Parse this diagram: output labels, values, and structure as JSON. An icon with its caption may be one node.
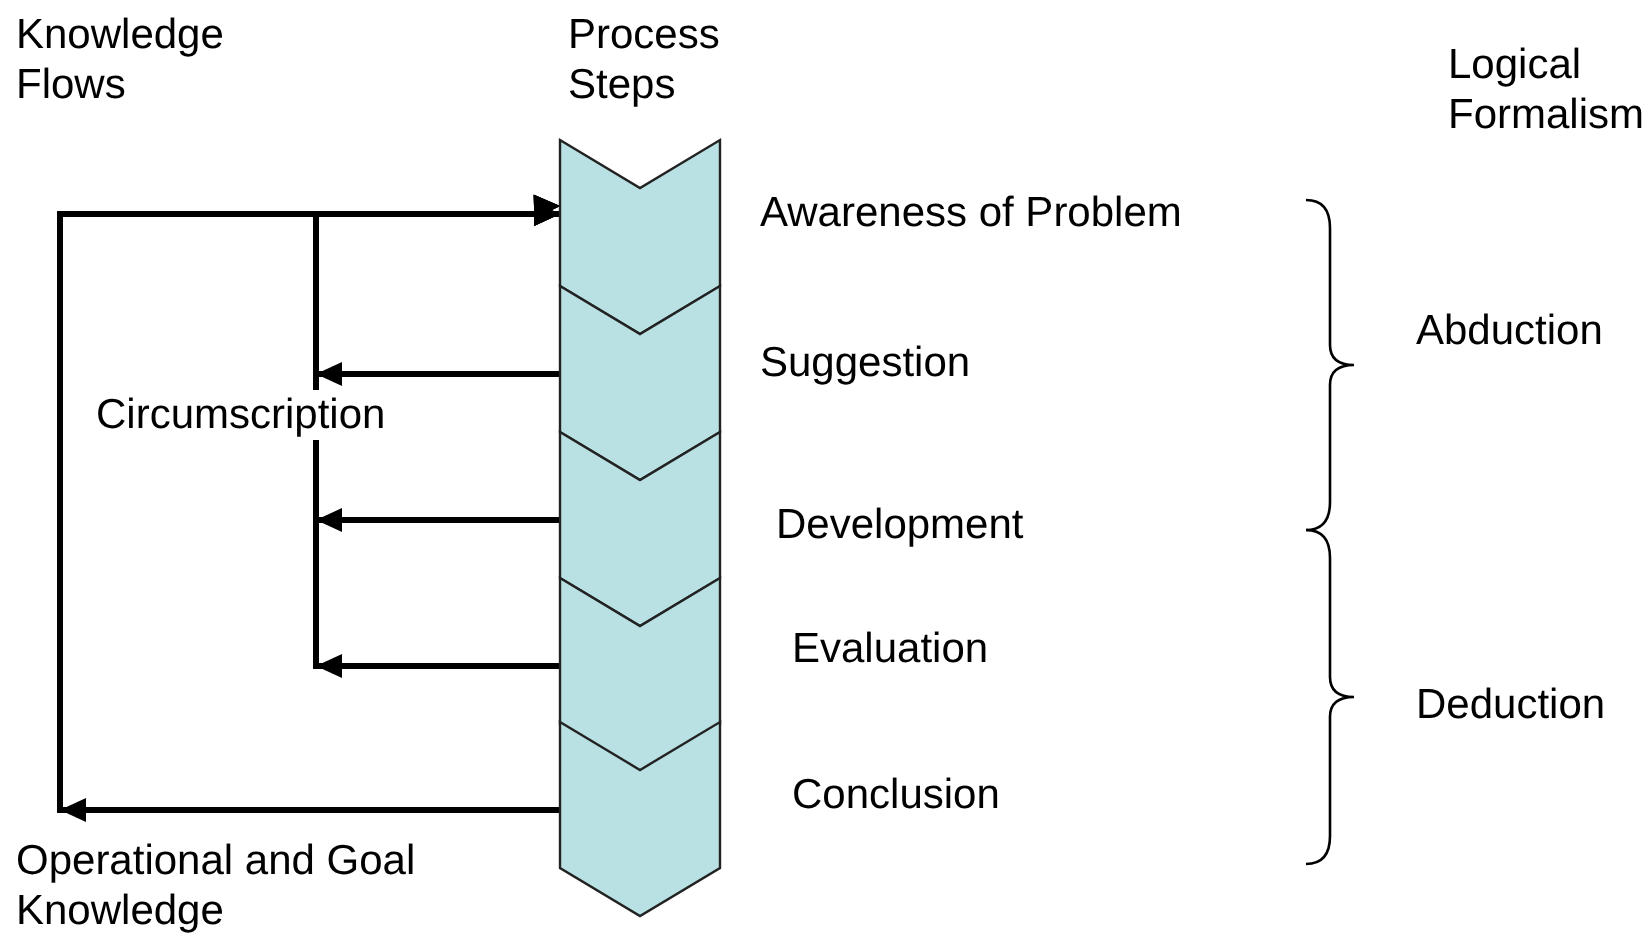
{
  "diagram": {
    "nodes": [
      {
        "text": [
          "Awareness of Problem"
        ]
      },
      {
        "text": [
          "Suggestion"
        ]
      },
      {
        "text": [
          "Development"
        ]
      },
      {
        "text": [
          "Evaluation"
        ]
      },
      {
        "text": [
          "Conclusion"
        ]
      }
    ],
    "edges": [
      {
        "from": 4,
        "to": 0,
        "arrow": "to"
      },
      {
        "from": 1,
        "to": 0,
        "arrow": "to"
      },
      {
        "from": 2,
        "to": 0,
        "arrow": "to"
      },
      {
        "from": 3,
        "to": 0,
        "arrow": "to"
      }
    ],
    "labels": [
      "Knowledge Flows",
      "Process Steps",
      "Logical Formalism",
      "Circumscription",
      "Operational and Goal Knowledge",
      "Abduction",
      "Deduction"
    ]
  }
}
